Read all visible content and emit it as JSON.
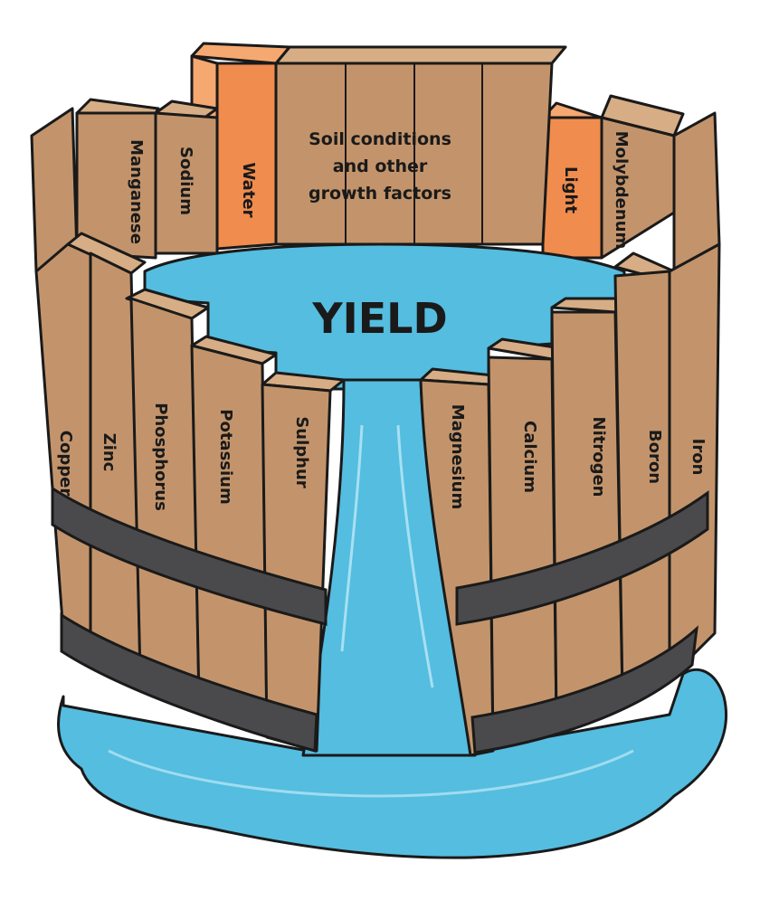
{
  "diagram": {
    "title": "YIELD",
    "colors": {
      "stave": "#c3946b",
      "stave_top": "#d7ad85",
      "limiting_stave": "#f08c4e",
      "water": "#54bde0",
      "hoop": "#4a4a4c",
      "outline": "#1a1a1a"
    },
    "limiting_factors": [
      "Water",
      "Light"
    ],
    "staves": {
      "back": {
        "soil": [
          "Soil conditions",
          "and other",
          "growth factors"
        ],
        "water": "Water",
        "light": "Light",
        "sodium": "Sodium",
        "manganese": "Manganese",
        "molybdenum": "Molybdenum"
      },
      "front_left": {
        "copper": "Copper",
        "zinc": "Zinc",
        "phosphorus": "Phosphorus",
        "potassium": "Potassium",
        "sulphur": "Sulphur"
      },
      "front_right": {
        "magnesium": "Magnesium",
        "calcium": "Calcium",
        "nitrogen": "Nitrogen",
        "boron": "Boron",
        "iron": "Iron"
      }
    }
  }
}
